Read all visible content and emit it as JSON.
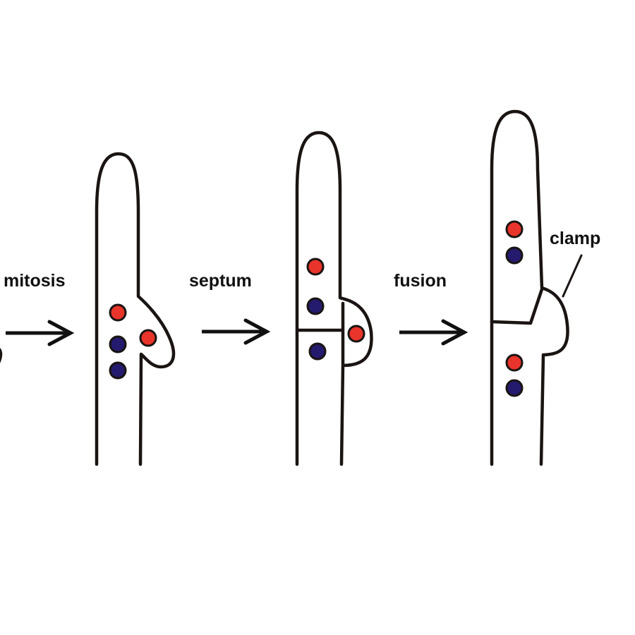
{
  "labels": {
    "mitosis": "mitosis",
    "septum": "septum",
    "fusion": "fusion",
    "clamp": "clamp"
  },
  "colors": {
    "red_nucleus": "#e8342a",
    "blue_nucleus": "#241a6e",
    "outline": "#1a1412"
  }
}
